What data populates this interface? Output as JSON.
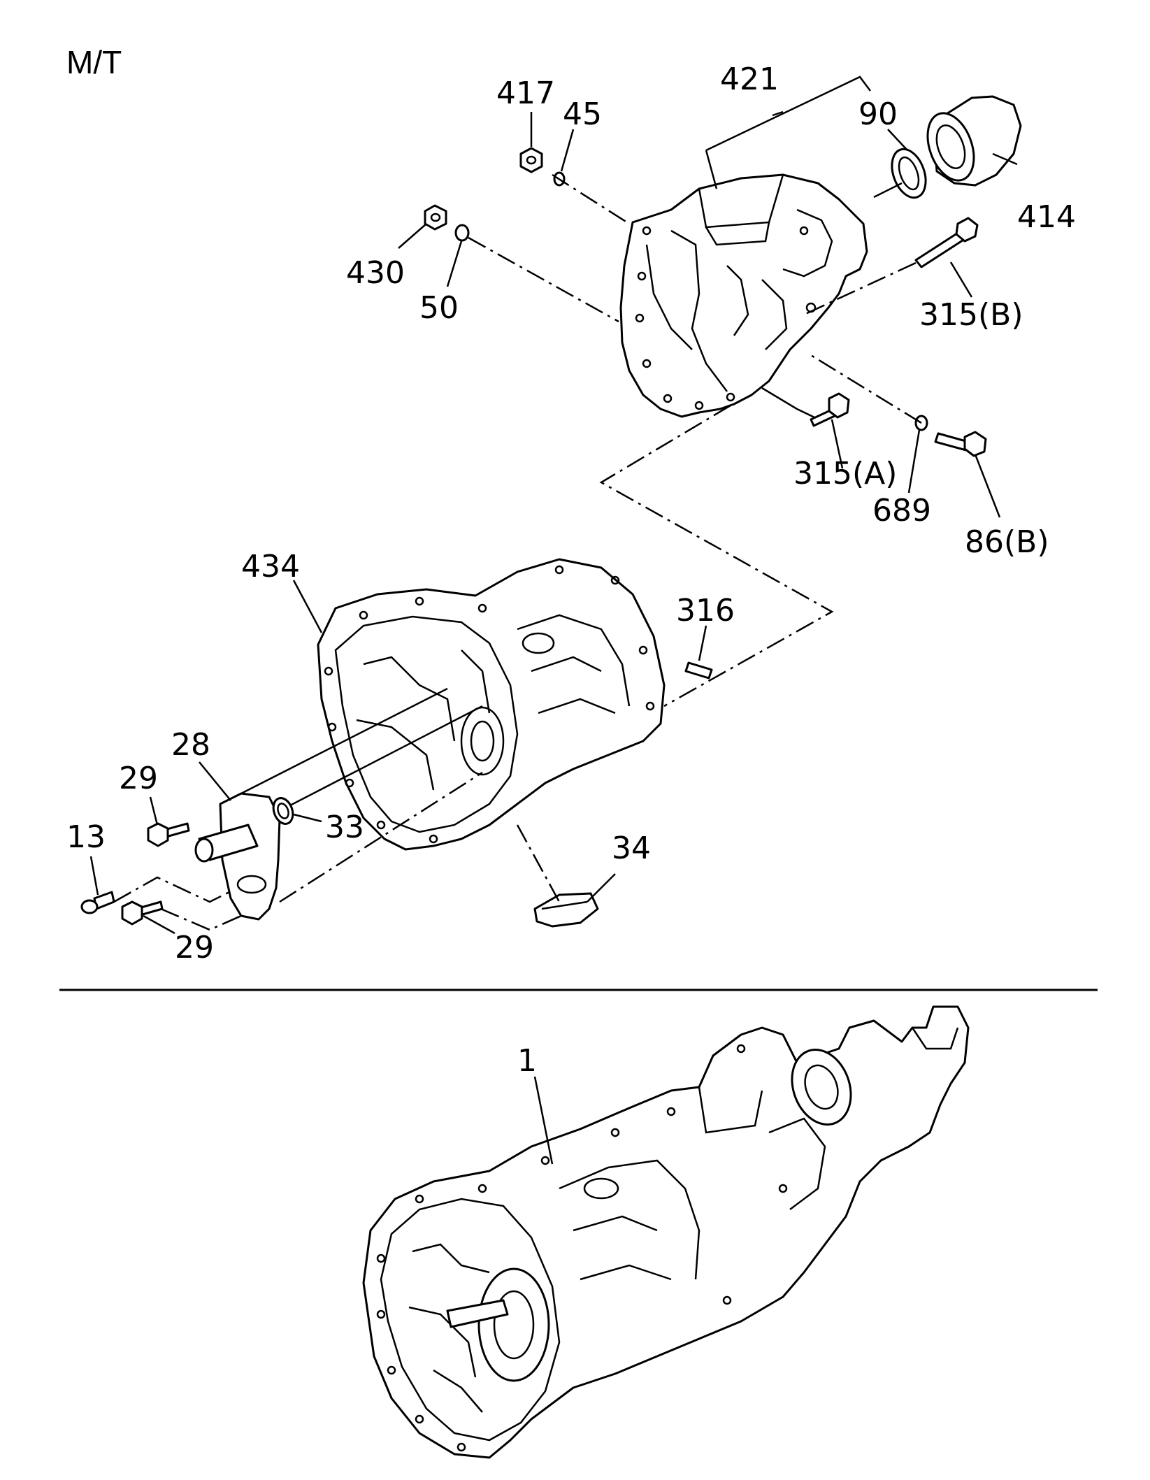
{
  "title": "M/T",
  "callouts": {
    "c417": "417",
    "c45": "45",
    "c421": "421",
    "c90": "90",
    "c414": "414",
    "c430": "430",
    "c50": "50",
    "c315b": "315(B)",
    "c315a": "315(A)",
    "c689": "689",
    "c86b": "86(B)",
    "c434": "434",
    "c316": "316",
    "c28": "28",
    "c29a": "29",
    "c33": "33",
    "c13": "13",
    "c34": "34",
    "c29b": "29",
    "c1": "1"
  }
}
